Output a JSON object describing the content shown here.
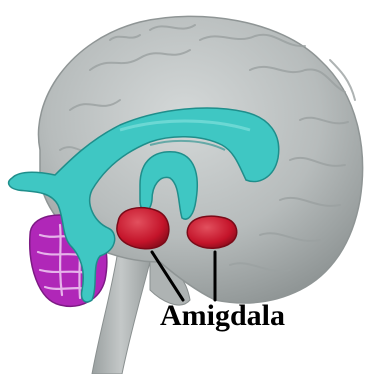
{
  "figure": {
    "label": "Amigdala",
    "colors": {
      "background": "#ffffff",
      "brain_surface": "#b7bcbc",
      "brain_shadow": "#8f9595",
      "ventricles": "#3fc7c3",
      "ventricles_dark": "#1f8e8b",
      "amygdala": "#c4142a",
      "amygdala_highlight": "#e2505e",
      "cerebellum": "#b027b8",
      "cerebellum_folds": "#e6b3ea",
      "label_text": "#000000",
      "pointer_lines": "#000000"
    },
    "structures": [
      "brain-hemisphere",
      "lateral-ventricles",
      "amygdala",
      "cerebellum",
      "brainstem"
    ]
  }
}
